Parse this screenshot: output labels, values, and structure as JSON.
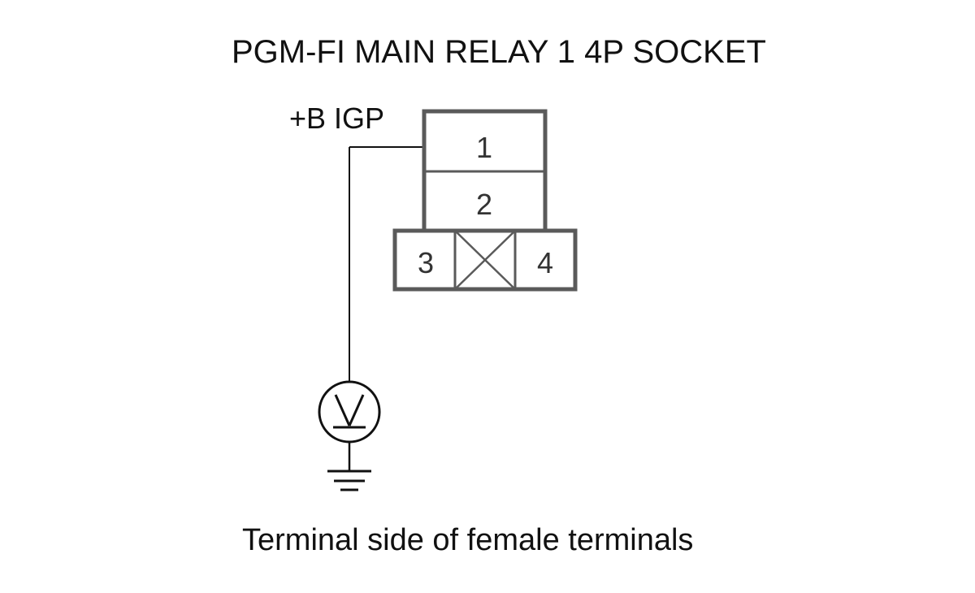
{
  "diagram": {
    "title": "PGM-FI MAIN RELAY 1 4P SOCKET",
    "wire_label": "+B IGP",
    "caption": "Terminal side of female terminals",
    "terminals": [
      "1",
      "2",
      "3",
      "4"
    ],
    "meter_icon": "voltmeter-icon",
    "ground_icon": "ground-icon",
    "colors": {
      "line": "#111111",
      "box": "#5a5a5a"
    }
  }
}
